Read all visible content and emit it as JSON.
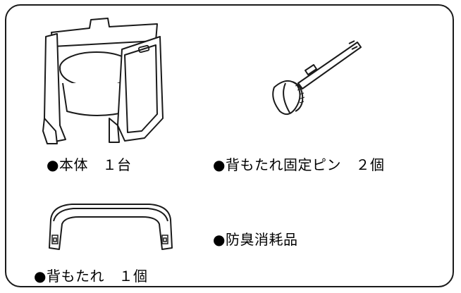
{
  "parts": [
    {
      "id": "main-body",
      "label": "●本体　１台"
    },
    {
      "id": "backrest-pin",
      "label": "●背もたれ固定ピン　２個"
    },
    {
      "id": "backrest",
      "label": "●背もたれ　１個"
    },
    {
      "id": "deodorant",
      "label": "●防臭消耗品"
    }
  ],
  "colors": {
    "line": "#1a1a1a",
    "fill": "#ffffff"
  },
  "icons": [
    "toilet-chair-illustration",
    "pin-illustration",
    "backrest-illustration"
  ]
}
